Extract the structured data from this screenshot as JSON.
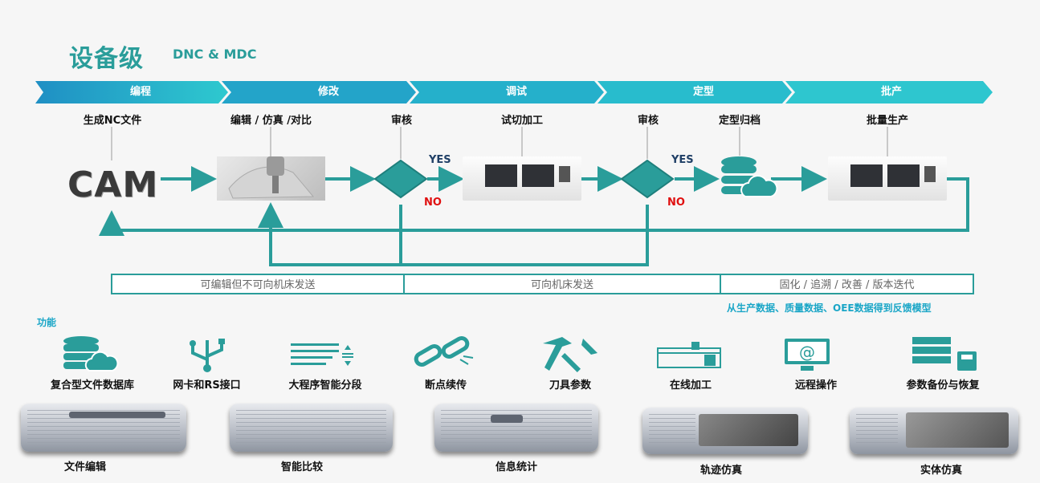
{
  "header": {
    "title": "设备级",
    "subtitle": "DNC & MDC"
  },
  "stages": [
    "编程",
    "修改",
    "调试",
    "定型",
    "批产"
  ],
  "steps": {
    "generate": "生成NC文件",
    "edit": "编辑 / 仿真 /对比",
    "review1": "审核",
    "trial": "试切加工",
    "review2": "审核",
    "archive": "定型归档",
    "mass": "批量生产"
  },
  "decision": {
    "yes": "YES",
    "no": "NO"
  },
  "cam": "CAM",
  "ranges": [
    "可编辑但不可向机床发送",
    "可向机床发送",
    "固化 / 追溯 / 改善 / 版本迭代"
  ],
  "feedback": "从生产数据、质量数据、OEE数据得到反馈模型",
  "functions": {
    "title": "功能",
    "items": [
      "复合型文件数据库",
      "网卡和RS接口",
      "大程序智能分段",
      "断点续传",
      "刀具参数",
      "在线加工",
      "远程操作",
      "参数备份与恢复"
    ]
  },
  "screens": [
    "文件编辑",
    "智能比较",
    "信息统计",
    "轨迹仿真",
    "实体仿真"
  ],
  "colors": {
    "teal": "#2a9d9a",
    "arrow_start": "#1f8fc4",
    "arrow_end": "#2ec9cf",
    "no": "#e01010",
    "yes": "#1f3f66"
  }
}
